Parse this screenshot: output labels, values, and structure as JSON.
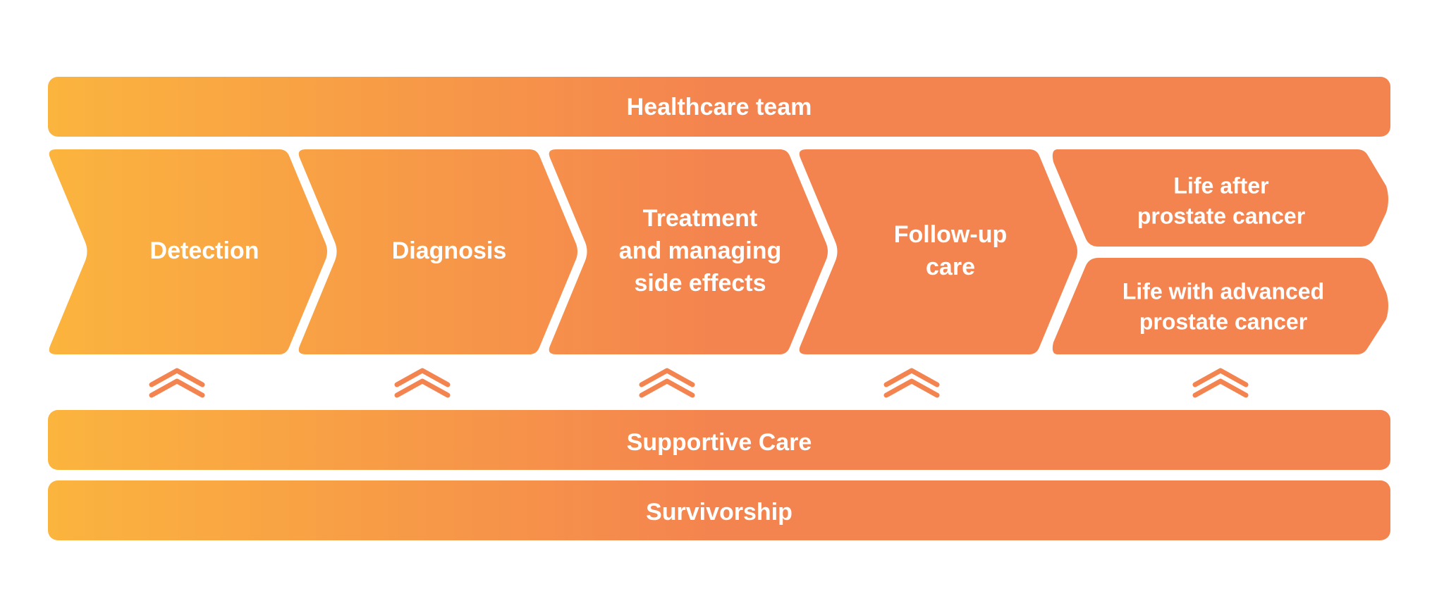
{
  "bars": {
    "top": "Healthcare team",
    "supportive": "Supportive Care",
    "survivorship": "Survivorship"
  },
  "stages": [
    {
      "lines": [
        "Detection"
      ]
    },
    {
      "lines": [
        "Diagnosis"
      ]
    },
    {
      "lines": [
        "Treatment",
        "and managing",
        "side effects"
      ]
    },
    {
      "lines": [
        "Follow-up",
        "care"
      ]
    }
  ],
  "split_stage": {
    "upper": {
      "lines": [
        "Life after",
        "prostate cancer"
      ]
    },
    "lower": {
      "lines": [
        "Life with advanced",
        "prostate cancer"
      ]
    }
  },
  "arrow_icon": "double-chevron-up-icon",
  "colors": {
    "gradient_start": "#FBB43E",
    "gradient_end": "#F4844F",
    "arrow": "#F4844F",
    "text": "#FFFFFF",
    "background": "#FFFFFF"
  }
}
